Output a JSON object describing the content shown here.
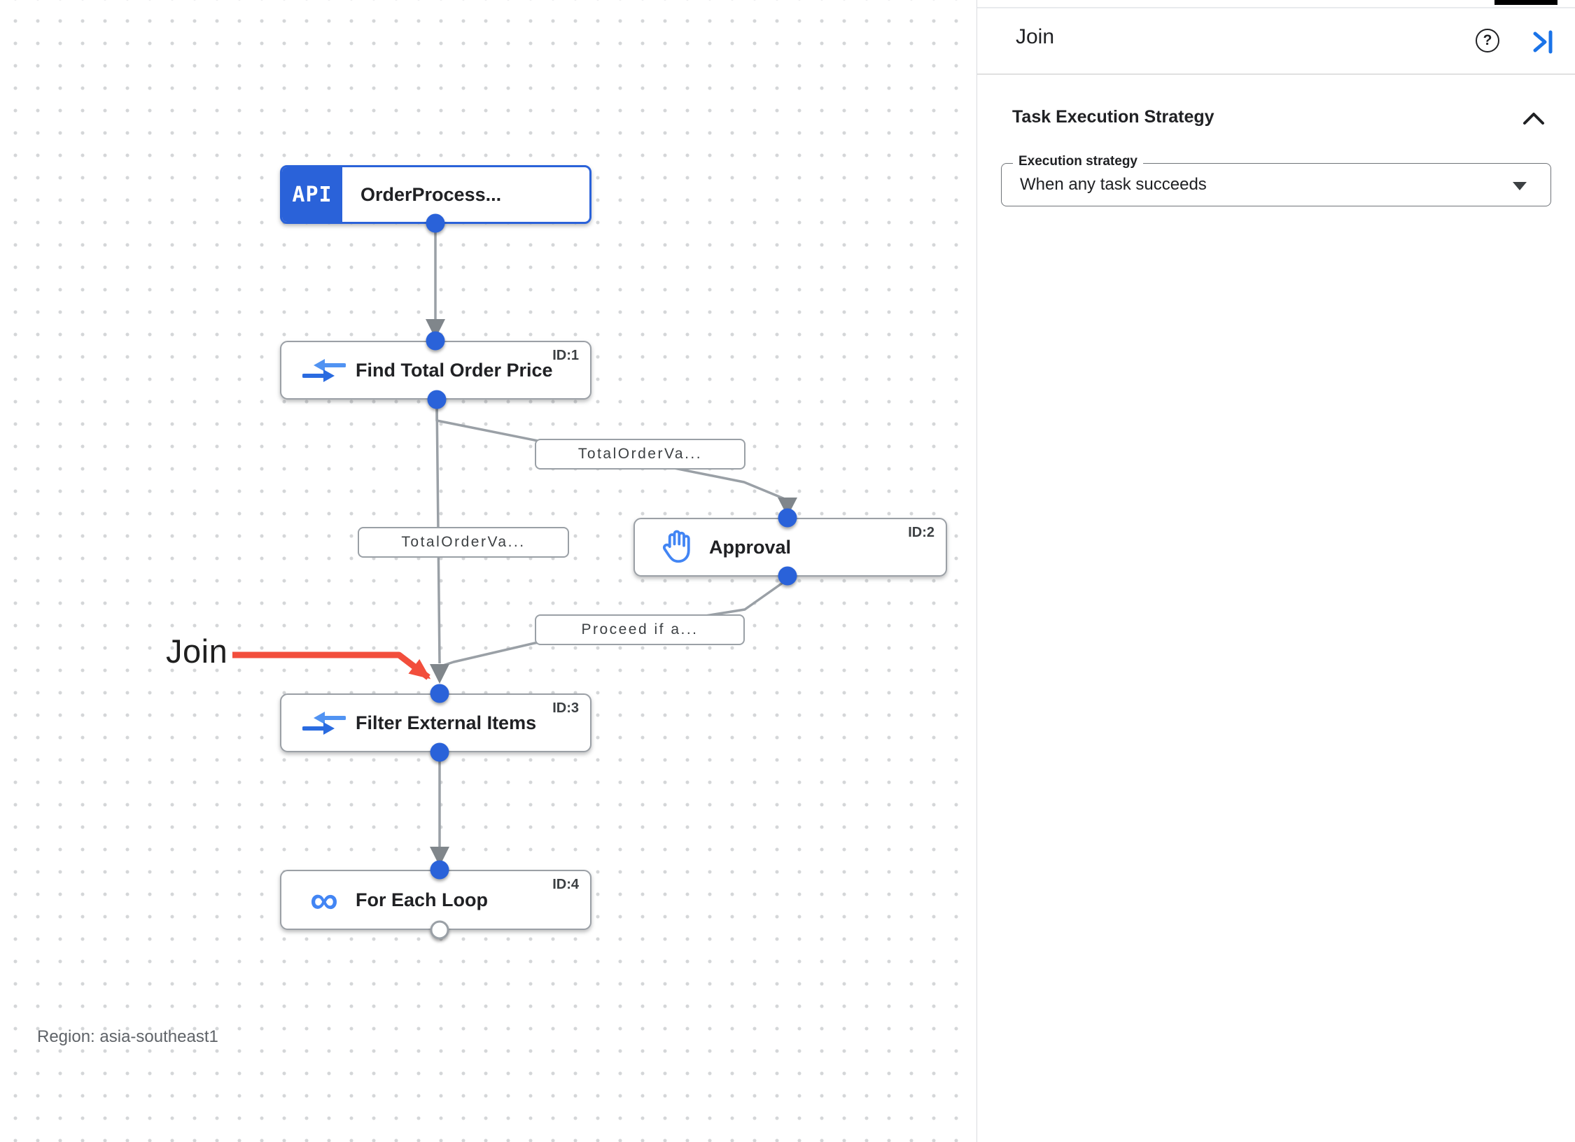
{
  "panel": {
    "title": "Join",
    "help_icon": "?",
    "collapse_panel_icon": "chevron-right-with-bar",
    "section": {
      "title": "Task Execution Strategy",
      "collapse_icon": "chevron-up",
      "field_label": "Execution strategy",
      "field_value": "When any task succeeds",
      "caret_icon": "caret-down"
    }
  },
  "canvas": {
    "region_label": "Region: asia-southeast1",
    "annotation_label": "Join",
    "trigger": {
      "badge": "API",
      "label": "OrderProcess..."
    },
    "tasks": [
      {
        "id": "ID:1",
        "label": "Find Total Order Price",
        "icon": "data-mapping-icon"
      },
      {
        "id": "ID:2",
        "label": "Approval",
        "icon": "approval-hand-icon"
      },
      {
        "id": "ID:3",
        "label": "Filter External Items",
        "icon": "data-mapping-icon"
      },
      {
        "id": "ID:4",
        "label": "For Each Loop",
        "icon": "for-each-loop-icon",
        "glyph": "∞"
      }
    ],
    "edge_labels": [
      {
        "text": "TotalOrderVa..."
      },
      {
        "text": "TotalOrderVa..."
      },
      {
        "text": "Proceed if a..."
      }
    ]
  },
  "colors": {
    "node_accent_blue": "#2a62d9",
    "icon_blue": "#4285f4",
    "edge_gray": "#9aa0a6",
    "arrowhead_gray": "#80868b",
    "annotation_red": "#f24e3c",
    "panel_icon_blue": "#1a73e8"
  }
}
